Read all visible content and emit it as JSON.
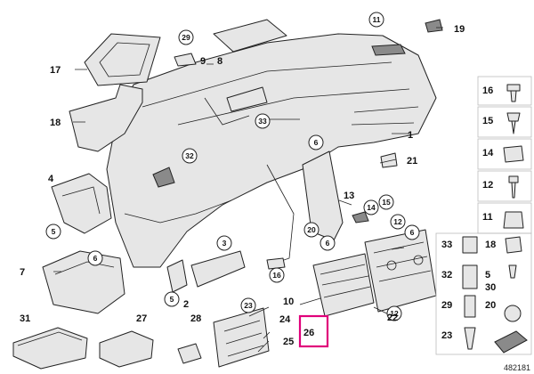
{
  "diagram_ref": "482181",
  "highlighted_part": "26",
  "labels": {
    "p1": "1",
    "p2": "2",
    "p3": "3",
    "p4": "4",
    "p5": "5",
    "p6": "6",
    "p7": "7",
    "p8": "8",
    "p9": "9",
    "p10": "10",
    "p11": "11",
    "p12": "12",
    "p13": "13",
    "p14": "14",
    "p15": "15",
    "p16": "16",
    "p17": "17",
    "p18": "18",
    "p19": "19",
    "p20": "20",
    "p21": "21",
    "p22": "22",
    "p23": "23",
    "p24": "24",
    "p25": "25",
    "p26": "26",
    "p27": "27",
    "p28": "28",
    "p29": "29",
    "p30": "30",
    "p31": "31",
    "p32": "32",
    "p33": "33"
  },
  "fastener_column": [
    "16",
    "15",
    "14",
    "12",
    "11"
  ],
  "fastener_grid": [
    [
      "33",
      "18"
    ],
    [
      "32",
      "30"
    ],
    [
      "29",
      "20"
    ],
    [
      "23",
      ""
    ]
  ]
}
